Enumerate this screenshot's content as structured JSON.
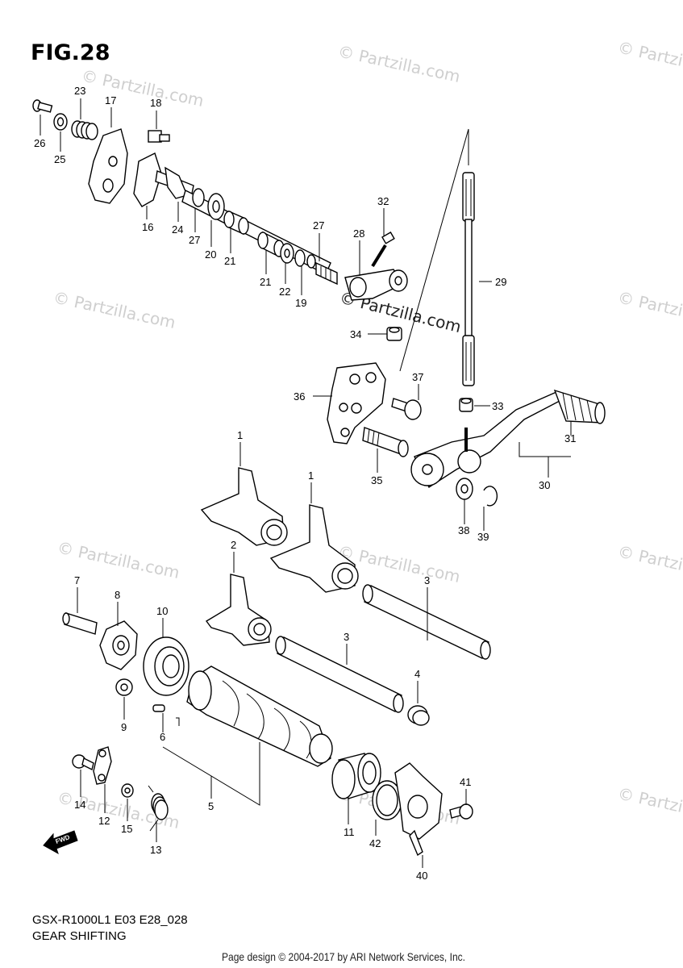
{
  "figure_title": "FIG.28",
  "model_code": "GSX-R1000L1 E03 E28_028",
  "section_name": "GEAR SHIFTING",
  "copyright": "Page design © 2004-2017 by ARI Network Services, Inc.",
  "watermark_text": "© Partzilla.com",
  "watermark_center_text": "© Partzilla.com",
  "fwd_label": "FWD",
  "part_labels": {
    "p1a": "1",
    "p1b": "1",
    "p2": "2",
    "p3a": "3",
    "p3b": "3",
    "p4": "4",
    "p5": "5",
    "p6": "6",
    "p7": "7",
    "p8": "8",
    "p9": "9",
    "p10": "10",
    "p11": "11",
    "p12": "12",
    "p13": "13",
    "p14": "14",
    "p15": "15",
    "p16": "16",
    "p17": "17",
    "p18": "18",
    "p19": "19",
    "p20": "20",
    "p21a": "21",
    "p21b": "21",
    "p22": "22",
    "p23": "23",
    "p24": "24",
    "p25": "25",
    "p26": "26",
    "p27a": "27",
    "p27b": "27",
    "p28": "28",
    "p29": "29",
    "p30": "30",
    "p31": "31",
    "p32": "32",
    "p33": "33",
    "p34": "34",
    "p35": "35",
    "p36": "36",
    "p37": "37",
    "p38": "38",
    "p39": "39",
    "p40": "40",
    "p41": "41",
    "p42": "42"
  },
  "colors": {
    "line": "#000000",
    "watermark": "#cfcfcf",
    "background": "#ffffff"
  }
}
